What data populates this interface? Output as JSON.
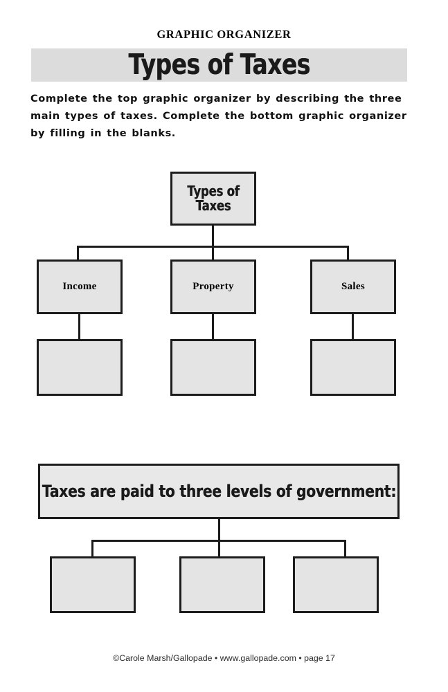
{
  "header": {
    "kicker": "GRAPHIC ORGANIZER",
    "title": "Types of Taxes",
    "banner_color": "#dcdcdc"
  },
  "instructions": {
    "text": "Complete the top graphic organizer by describing the three main types of taxes.  Complete the bottom graphic organizer by filling in the blanks."
  },
  "organizer_top": {
    "root": {
      "label": "Types of\nTaxes"
    },
    "branches": [
      {
        "label": "Income",
        "answer": ""
      },
      {
        "label": "Property",
        "answer": ""
      },
      {
        "label": "Sales",
        "answer": ""
      }
    ]
  },
  "organizer_bottom": {
    "header": {
      "label": "Taxes are paid to three levels of government:"
    },
    "blanks": [
      {
        "answer": ""
      },
      {
        "answer": ""
      },
      {
        "answer": ""
      }
    ]
  },
  "footer": {
    "text": "©Carole Marsh/Gallopade • www.gallopade.com • page 17"
  },
  "colors": {
    "box_fill": "#e4e4e4",
    "box_border": "#1c1c1c",
    "banner_fill": "#dcdcdc",
    "text": "#000000"
  }
}
